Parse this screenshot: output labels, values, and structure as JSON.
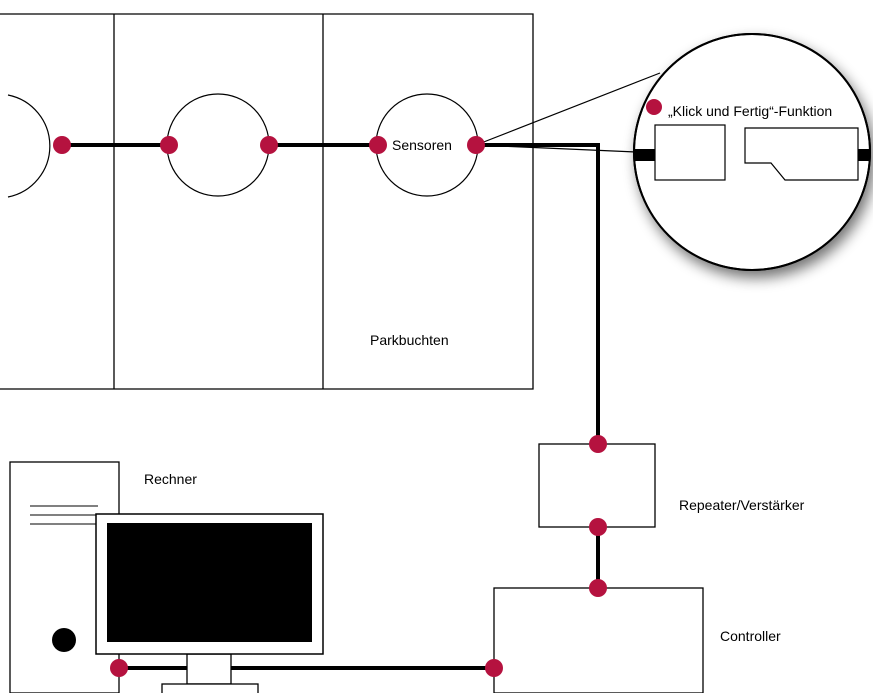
{
  "labels": {
    "sensoren": "Sensoren",
    "klick_und_fertig": "„Klick und Fertig“-Funktion",
    "parkbuchten": "Parkbuchten",
    "rechner": "Rechner",
    "repeater": "Repeater/Verstärker",
    "controller": "Controller"
  },
  "colors": {
    "dot": "#b5123f",
    "line": "#000000",
    "screen": "#000000",
    "background": "#ffffff"
  }
}
